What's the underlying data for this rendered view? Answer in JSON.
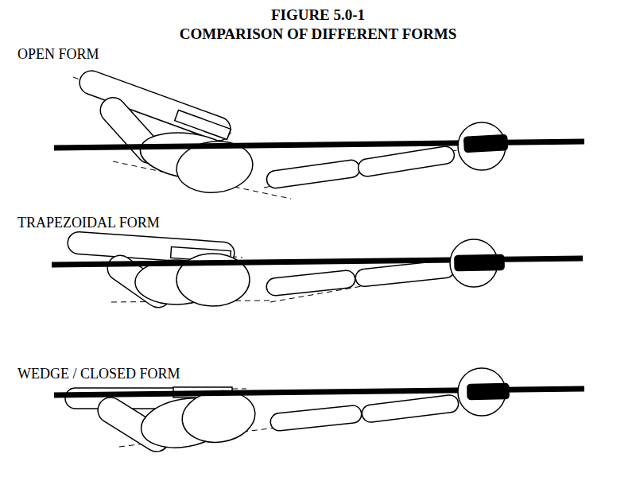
{
  "diagram": {
    "title": "FIGURE 5.0-1",
    "caption": "COMPARISON OF DIFFERENT FORMS",
    "labels": [
      "OPEN FORM",
      "TRAPEZOIDAL FORM",
      "WEDGE / CLOSED FORM"
    ]
  }
}
